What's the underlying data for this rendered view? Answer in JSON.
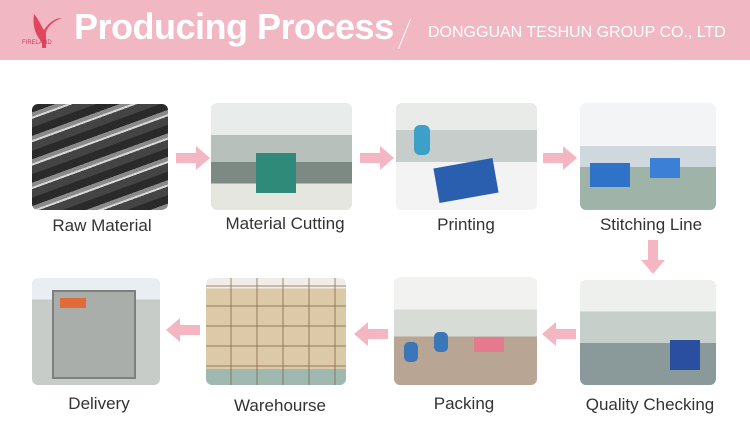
{
  "header": {
    "title": "Producing Process",
    "company": "DONGGUAN TESHUN GROUP CO., LTD",
    "logo_text": "FIRELAND"
  },
  "colors": {
    "header": "#f1b8c4",
    "arrow": "#f4b6c2"
  },
  "steps": [
    {
      "label": "Raw Material"
    },
    {
      "label": "Material Cutting"
    },
    {
      "label": "Printing"
    },
    {
      "label": "Stitching Line"
    },
    {
      "label": "Quality Checking"
    },
    {
      "label": "Packing"
    },
    {
      "label": "Warehourse"
    },
    {
      "label": "Delivery"
    }
  ]
}
